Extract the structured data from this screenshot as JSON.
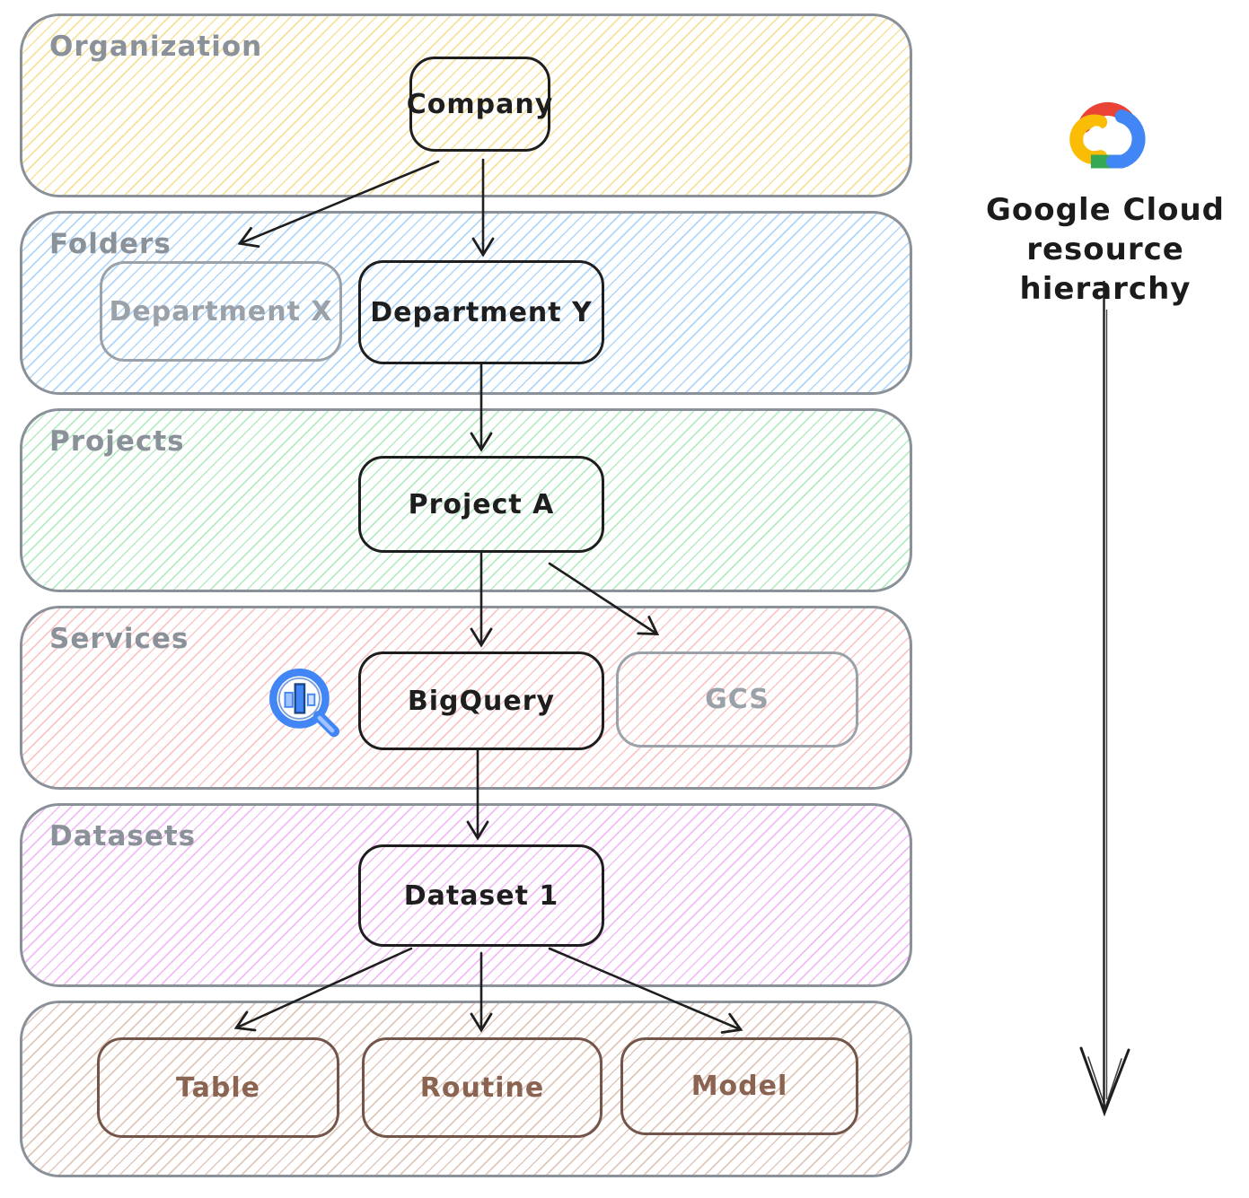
{
  "sidebar": {
    "logo": "google-cloud-logo",
    "caption_line1": "Google Cloud",
    "caption_line2": "resource hierarchy",
    "direction": "top-down"
  },
  "bands": [
    {
      "label": "Organization",
      "hatch_color": "#f2c94c8f",
      "nodes": [
        {
          "label": "Company",
          "style": "primary"
        }
      ]
    },
    {
      "label": "Folders",
      "hatch_color": "#6eb5f78c",
      "nodes": [
        {
          "label": "Department X",
          "style": "muted"
        },
        {
          "label": "Department Y",
          "style": "primary"
        }
      ]
    },
    {
      "label": "Projects",
      "hatch_color": "#6fd98a82",
      "nodes": [
        {
          "label": "Project A",
          "style": "primary"
        }
      ]
    },
    {
      "label": "Services",
      "hatch_color": "#f58b8b7d",
      "icon": "bigquery-icon",
      "nodes": [
        {
          "label": "BigQuery",
          "style": "primary"
        },
        {
          "label": "GCS",
          "style": "muted"
        }
      ]
    },
    {
      "label": "Datasets",
      "hatch_color": "#e87df085",
      "nodes": [
        {
          "label": "Dataset 1",
          "style": "primary"
        }
      ]
    },
    {
      "label": "",
      "hatch_color": "#c2917a80",
      "nodes": [
        {
          "label": "Table",
          "style": "brown"
        },
        {
          "label": "Routine",
          "style": "brown"
        },
        {
          "label": "Model",
          "style": "brown"
        }
      ]
    }
  ],
  "edges": [
    {
      "from": "Company",
      "to": "Department X"
    },
    {
      "from": "Company",
      "to": "Department Y"
    },
    {
      "from": "Department Y",
      "to": "Project A"
    },
    {
      "from": "Project A",
      "to": "BigQuery"
    },
    {
      "from": "Project A",
      "to": "GCS"
    },
    {
      "from": "BigQuery",
      "to": "Dataset 1"
    },
    {
      "from": "Dataset 1",
      "to": "Table"
    },
    {
      "from": "Dataset 1",
      "to": "Routine"
    },
    {
      "from": "Dataset 1",
      "to": "Model"
    }
  ],
  "colors": {
    "band_border": "#8a9199",
    "band_label": "#8a9199",
    "node_primary": "#1e1e1e",
    "node_muted": "#9aa1a8",
    "node_brown_border": "#74554a",
    "node_brown_text": "#8a6351",
    "arrow": "#1e1e1e",
    "logo_red": "#EA4335",
    "logo_yellow": "#FBBC05",
    "logo_green": "#34A853",
    "logo_blue": "#4285F4",
    "bigquery_blue": "#4285F4",
    "bigquery_light_blue": "#A0C3FF"
  }
}
